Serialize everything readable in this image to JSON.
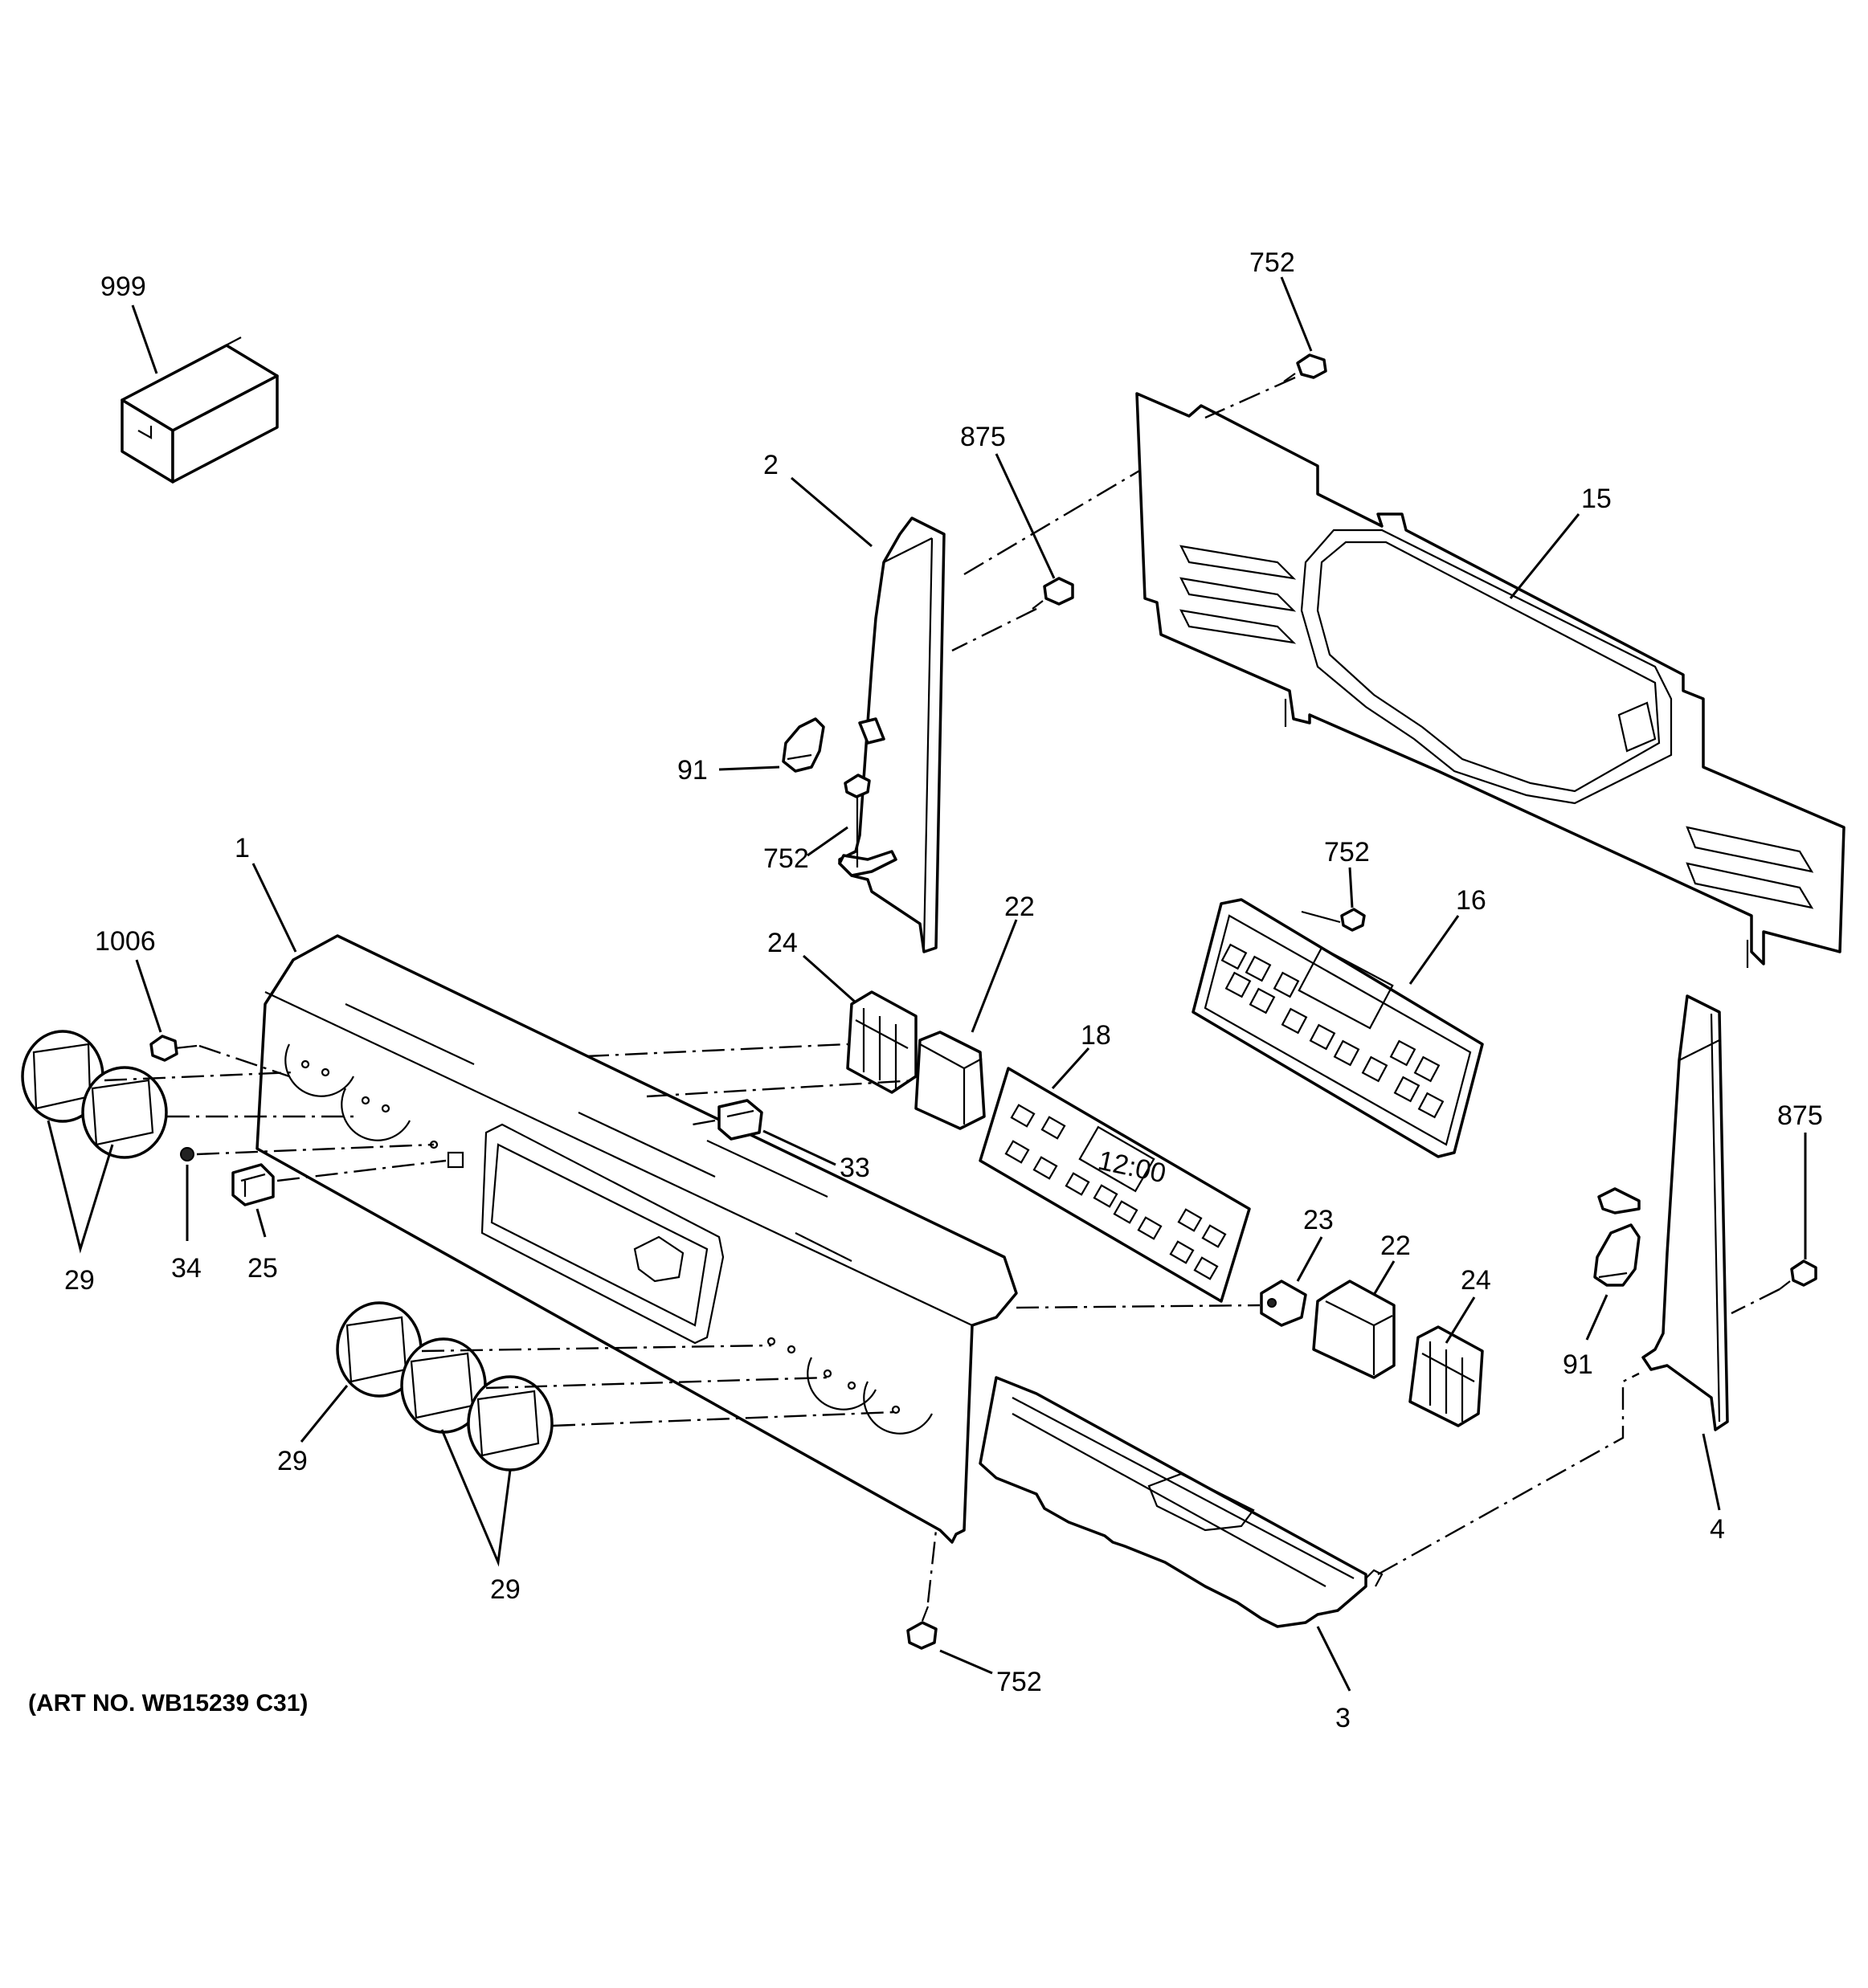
{
  "diagram": {
    "caption": "(ART NO. WB15239 C31)",
    "display_time": "12:00",
    "callouts": {
      "c999": "999",
      "c752_top": "752",
      "c875_top": "875",
      "c2": "2",
      "c15": "15",
      "c91_left": "91",
      "c752_bracket": "752",
      "c752_control": "752",
      "c16": "16",
      "c1": "1",
      "c1006": "1006",
      "c22_top": "22",
      "c24_top": "24",
      "c18": "18",
      "c33": "33",
      "c875_right": "875",
      "c23": "23",
      "c22_bottom": "22",
      "c24_bottom": "24",
      "c91_right": "91",
      "c29_left": "29",
      "c34": "34",
      "c25": "25",
      "c29_mid": "29",
      "c29_bottom": "29",
      "c4": "4",
      "c752_bottom": "752",
      "c3": "3"
    }
  }
}
